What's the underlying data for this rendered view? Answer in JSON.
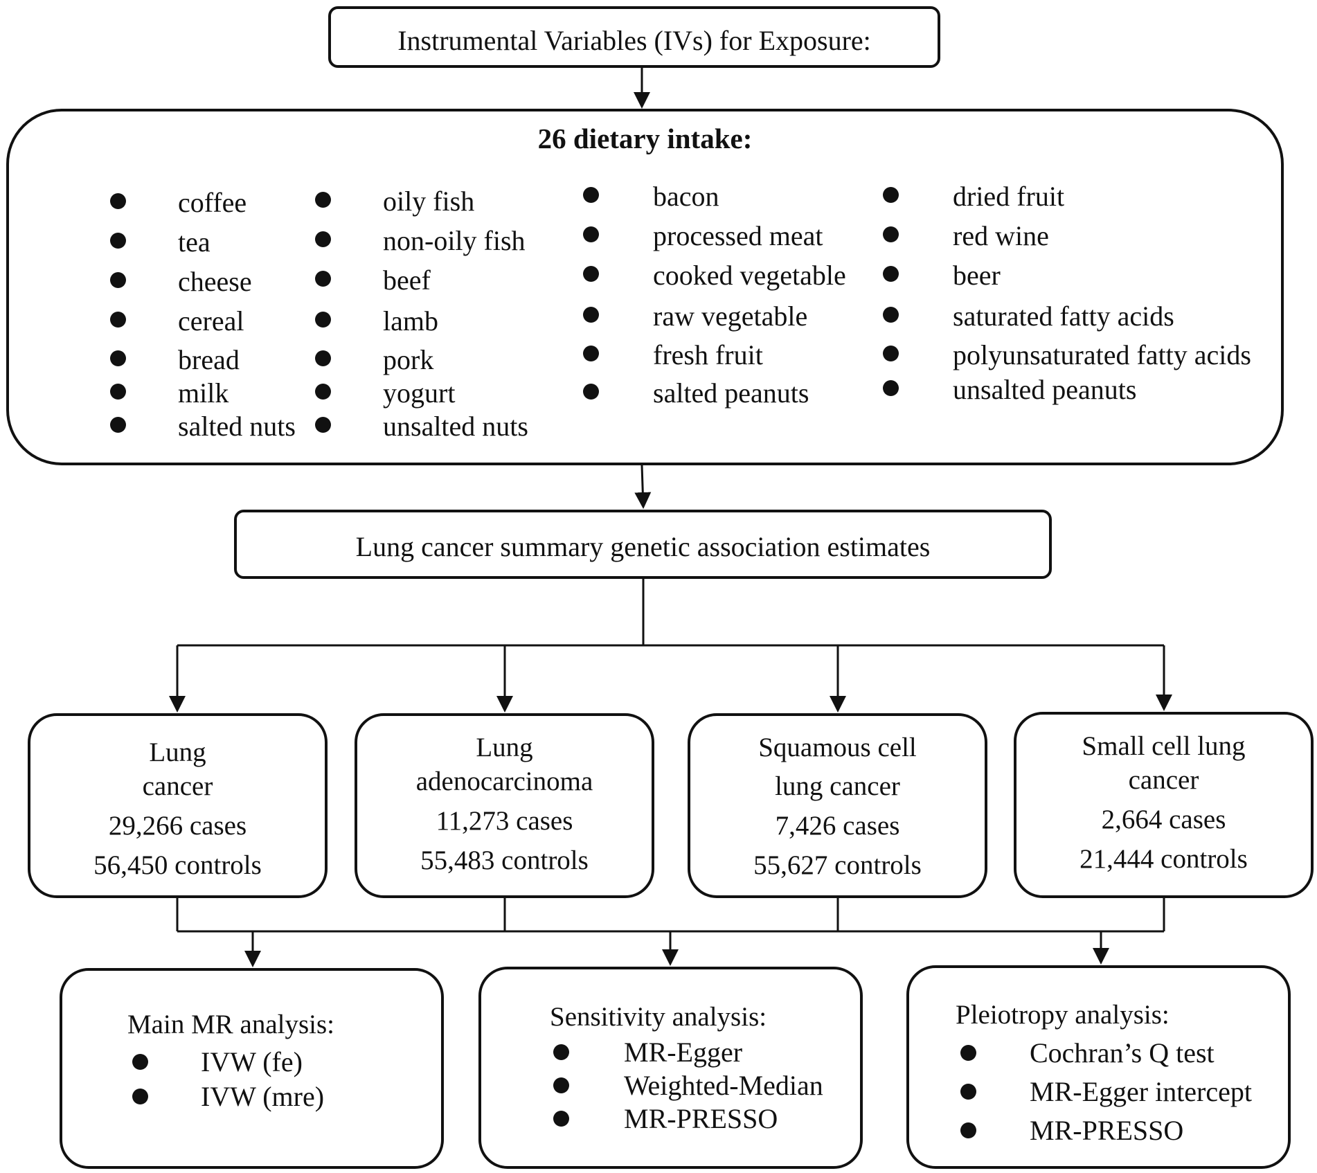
{
  "exposure": {
    "title": "Instrumental Variables (IVs) for Exposure:"
  },
  "diet": {
    "title": "26 dietary intake:",
    "columns": [
      [
        "coffee",
        "tea",
        "cheese",
        "cereal",
        "bread",
        "milk",
        "salted nuts"
      ],
      [
        "oily fish",
        "non-oily fish",
        "beef",
        "lamb",
        "pork",
        "yogurt",
        "unsalted nuts"
      ],
      [
        "bacon",
        "processed meat",
        "cooked vegetable",
        "raw vegetable",
        "fresh fruit",
        "salted peanuts"
      ],
      [
        "dried fruit",
        "red wine",
        "beer",
        "saturated fatty acids",
        "polyunsaturated fatty acids",
        "unsalted peanuts"
      ]
    ]
  },
  "summary": {
    "title": "Lung cancer summary genetic association estimates"
  },
  "outcomes": [
    {
      "lines": [
        "Lung",
        "cancer",
        "29,266 cases",
        "56,450 controls"
      ]
    },
    {
      "lines": [
        "Lung",
        "adenocarcinoma",
        "11,273 cases",
        "55,483 controls"
      ]
    },
    {
      "lines": [
        "Squamous cell",
        "lung cancer",
        "7,426 cases",
        "55,627 controls"
      ]
    },
    {
      "lines": [
        "Small cell lung",
        "cancer",
        "2,664 cases",
        "21,444 controls"
      ]
    }
  ],
  "analyses": [
    {
      "title": "Main MR analysis:",
      "items": [
        "IVW (fe)",
        "IVW (mre)"
      ]
    },
    {
      "title": "Sensitivity analysis:",
      "items": [
        "MR-Egger",
        "Weighted-Median",
        "MR-PRESSO"
      ]
    },
    {
      "title": "Pleiotropy analysis:",
      "items": [
        "Cochran’s Q test",
        "MR-Egger intercept",
        "MR-PRESSO"
      ]
    }
  ]
}
